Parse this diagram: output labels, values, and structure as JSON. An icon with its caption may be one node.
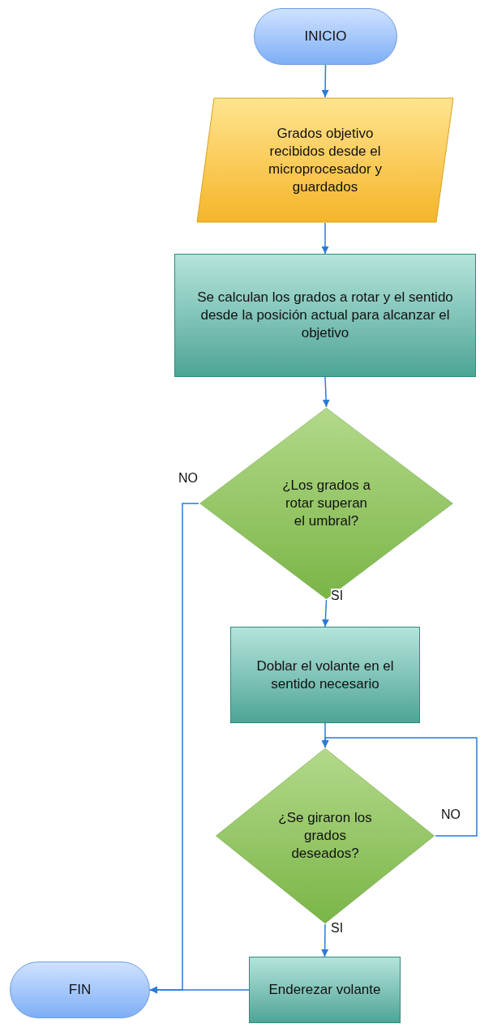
{
  "diagram": {
    "nodes": [
      {
        "text": [
          "INICIO"
        ]
      },
      {
        "text": [
          "Grados objetivo recibidos desde el microprocesador y guardados"
        ]
      },
      {
        "text": [
          "Se calculan los grados a rotar y el sentido desde la posición actual para alcanzar el objetivo"
        ]
      },
      {
        "text": [
          "¿Los grados a rotar superan el umbral?"
        ]
      },
      {
        "text": [
          "Doblar el volante en el sentido necesario"
        ]
      },
      {
        "text": [
          "¿Se giraron los grados deseados?"
        ]
      },
      {
        "text": [
          "Enderezar volante"
        ]
      },
      {
        "text": [
          "FIN"
        ]
      }
    ],
    "edges": [
      {
        "from": 0,
        "to": 1,
        "arrow": "to"
      },
      {
        "from": 1,
        "to": 2,
        "arrow": "to"
      },
      {
        "from": 2,
        "to": 3,
        "arrow": "to"
      },
      {
        "from": 3,
        "to": 4,
        "arrow": "to",
        "label": "SI"
      },
      {
        "from": 4,
        "to": 5,
        "arrow": "to"
      },
      {
        "from": 5,
        "to": 5,
        "arrow": "to",
        "label": "NO"
      },
      {
        "from": 5,
        "to": 6,
        "arrow": "to",
        "label": "SI"
      },
      {
        "from": 3,
        "to": 7,
        "arrow": "to",
        "label": "NO"
      },
      {
        "from": 6,
        "to": 7,
        "arrow": "to"
      }
    ]
  }
}
